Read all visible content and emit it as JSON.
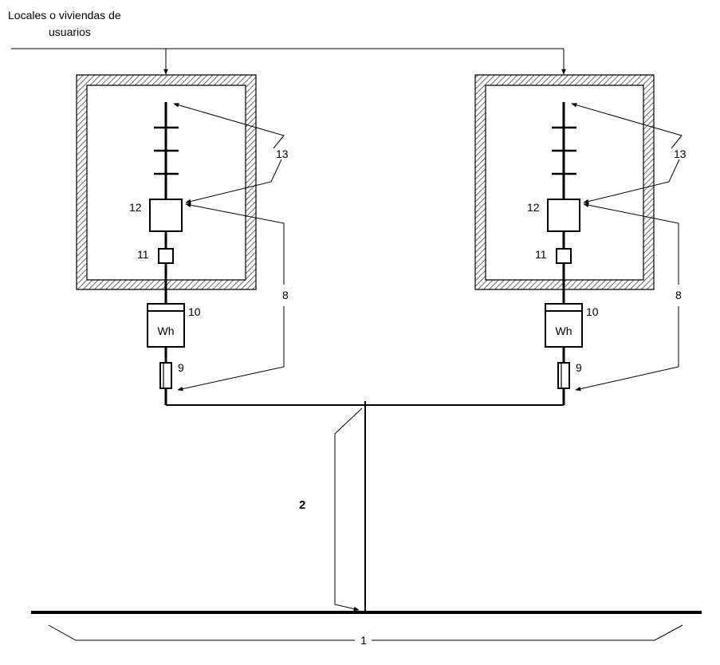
{
  "header": {
    "line1": "Locales o viviendas de",
    "line2": "usuarios"
  },
  "labels": {
    "ground_bus": "1",
    "feeder": "2",
    "circuit_wiring": "8",
    "fuse": "9",
    "meter": "10",
    "switch": "11",
    "panel": "12",
    "circuits": "13",
    "meter_unit": "Wh"
  }
}
